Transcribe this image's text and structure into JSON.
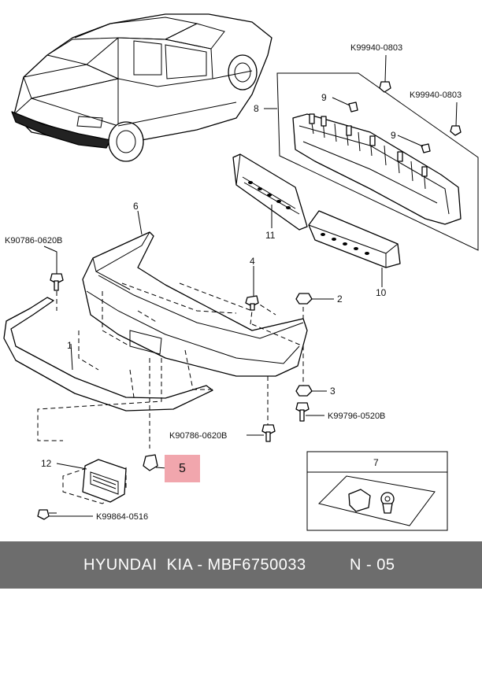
{
  "callouts": {
    "c1": "1",
    "c2": "2",
    "c3": "3",
    "c4": "4",
    "c5": "5",
    "c6": "6",
    "c7": "7",
    "c8": "8",
    "c9a": "9",
    "c9b": "9",
    "c10": "10",
    "c11": "11",
    "c12": "12"
  },
  "part_codes": {
    "k99940_0803_a": "K99940-0803",
    "k99940_0803_b": "K99940-0803",
    "k90786_0620b_left": "K90786-0620B",
    "k90786_0620b_bottom": "K90786-0620B",
    "k99796_0520b": "K99796-0520B",
    "k99864_0516": "K99864-0516"
  },
  "highlight": {
    "label": "5",
    "color": "#f1a6ad"
  },
  "footer": {
    "part_number": "HYUNDAI  KIA - MBF6750033",
    "page": "N - 05",
    "background": "#6d6d6d"
  }
}
